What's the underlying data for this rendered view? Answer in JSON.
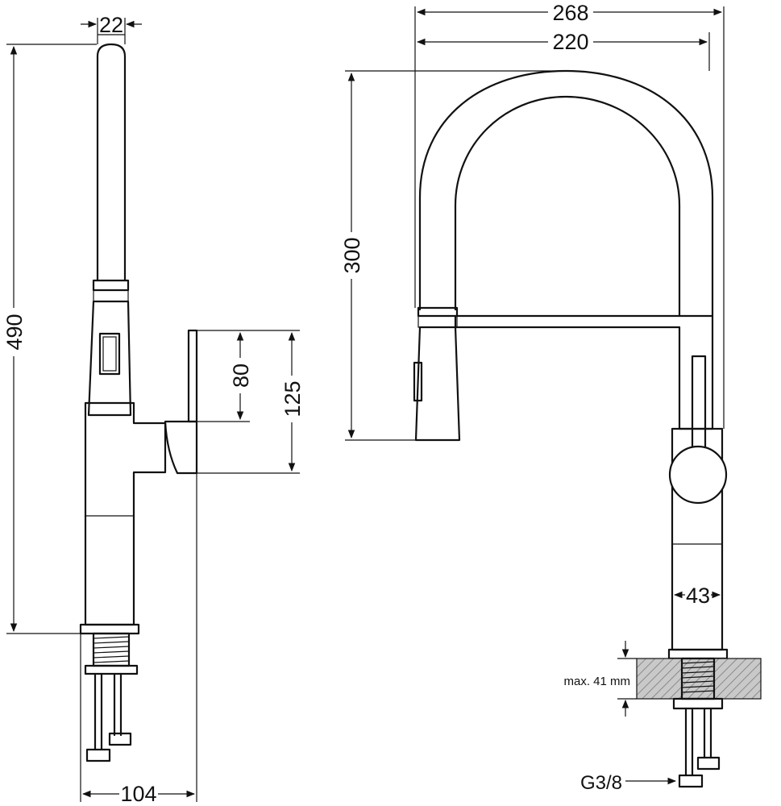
{
  "dimensions": {
    "spout_diameter": "22",
    "total_height": "490",
    "lever_height_small": "80",
    "lever_height_large": "125",
    "base_width": "104",
    "overall_width": "268",
    "arch_width": "220",
    "arch_height": "300",
    "body_diameter": "43"
  },
  "notes": {
    "max_thickness": "max. 41 mm",
    "connection": "G3/8"
  }
}
